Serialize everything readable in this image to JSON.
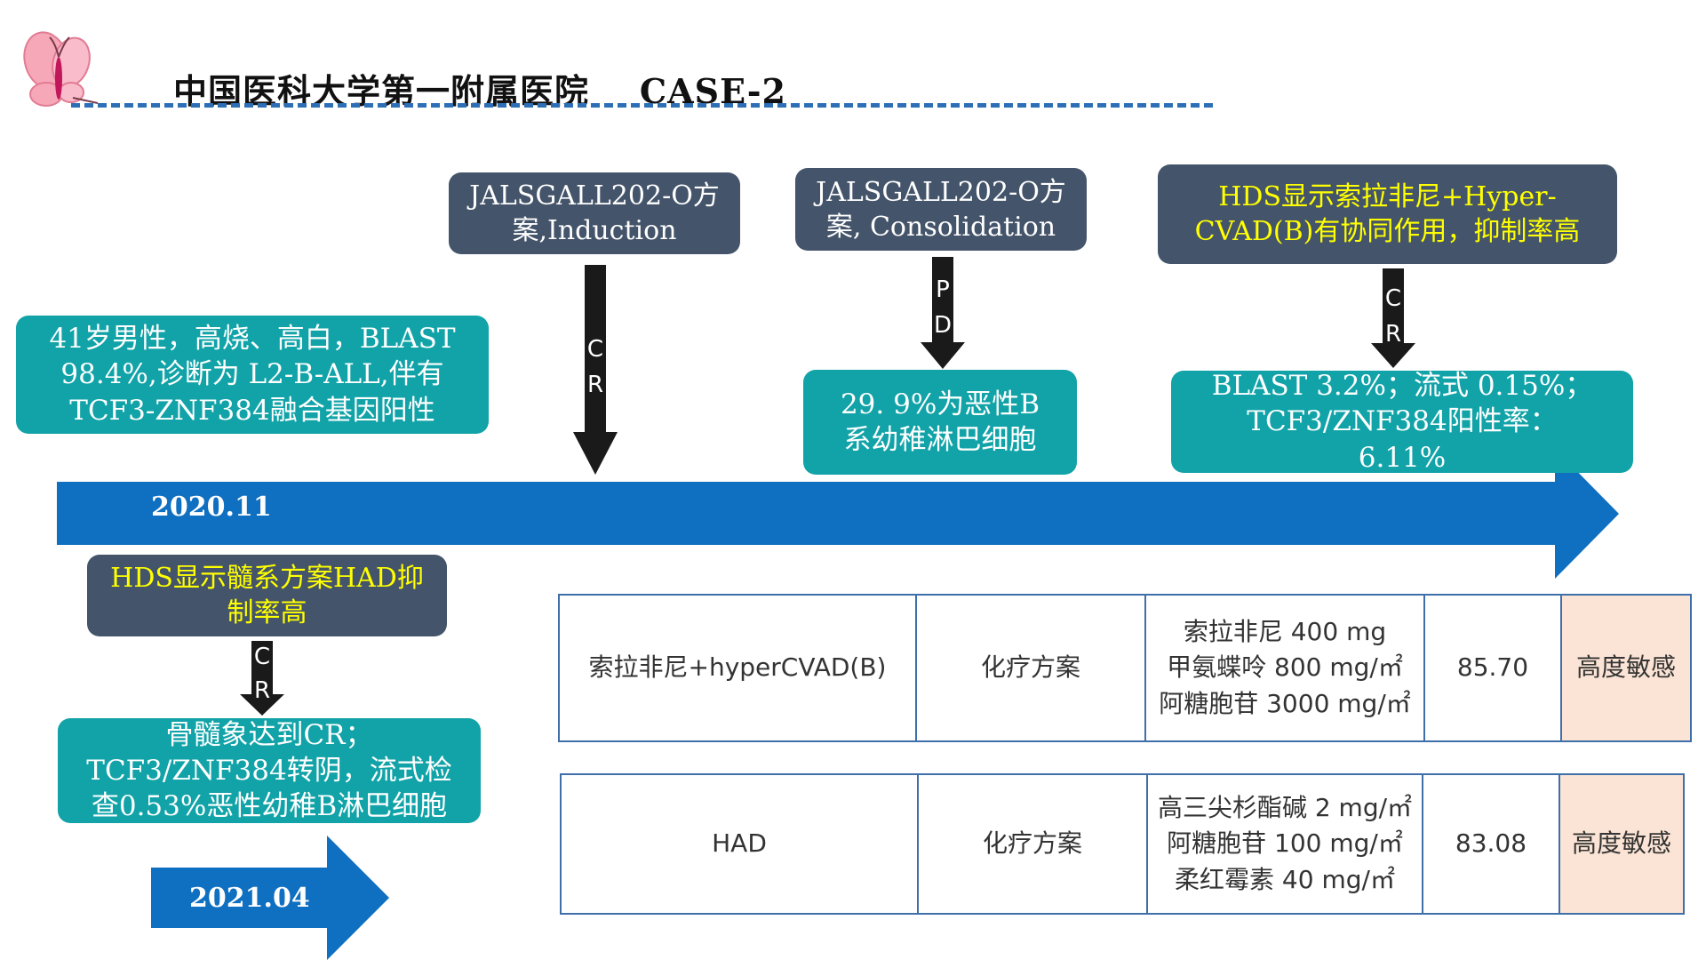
{
  "header": {
    "title": "中国医科大学第一附属医院    CASE-2"
  },
  "colors": {
    "timeline_blue": "#0f6fc0",
    "dark_box": "#44546a",
    "teal_box": "#11a3a8",
    "highlight_text": "#ffff00",
    "sensitive_cell": "#fbe4d5"
  },
  "boxes": {
    "regimen_induction": "JALSGALL202-O方案,Induction",
    "regimen_consolidation": "JALSGALL202-O方案, Consolidation",
    "hds_sorafenib": "HDS显示索拉非尼+Hyper-CVAD(B)有协同作用，抑制率高",
    "diagnosis": "41岁男性，高烧、高白，BLAST 98.4%,诊断为 L2-B-ALL,伴有TCF3-ZNF384融合基因阳性",
    "relapse": "29. 9%为恶性B系幼稚淋巴细胞",
    "post_cr_result": "BLAST 3.2%；流式 0.15%；TCF3/ZNF384阳性率：6.11%",
    "hds_had": "HDS显示髓系方案HAD抑制率高",
    "marrow_cr": "骨髓象达到CR；TCF3/ZNF384转阴，流式检查0.53%恶性幼稚B淋巴细胞"
  },
  "arrows": {
    "induction_outcome": [
      "C",
      "R"
    ],
    "consolidation_outcome": [
      "P",
      "D"
    ],
    "sorafenib_outcome": [
      "C",
      "R"
    ],
    "had_outcome": [
      "C",
      "R"
    ]
  },
  "timeline": {
    "start_date": "2020.11",
    "end_date": "2021.04"
  },
  "hds_table": {
    "rows": [
      {
        "regimen": "索拉非尼+hyperCVAD(B)",
        "type": "化疗方案",
        "drugs": [
          "索拉非尼 400 mg",
          "甲氨蝶呤 800 mg/㎡",
          "阿糖胞苷 3000 mg/㎡"
        ],
        "inhibition": "85.70",
        "sensitivity": "高度敏感"
      },
      {
        "regimen": "HAD",
        "type": "化疗方案",
        "drugs": [
          "高三尖杉酯碱 2 mg/㎡",
          "阿糖胞苷 100 mg/㎡",
          "柔红霉素 40 mg/㎡"
        ],
        "inhibition": "83.08",
        "sensitivity": "高度敏感"
      }
    ]
  }
}
